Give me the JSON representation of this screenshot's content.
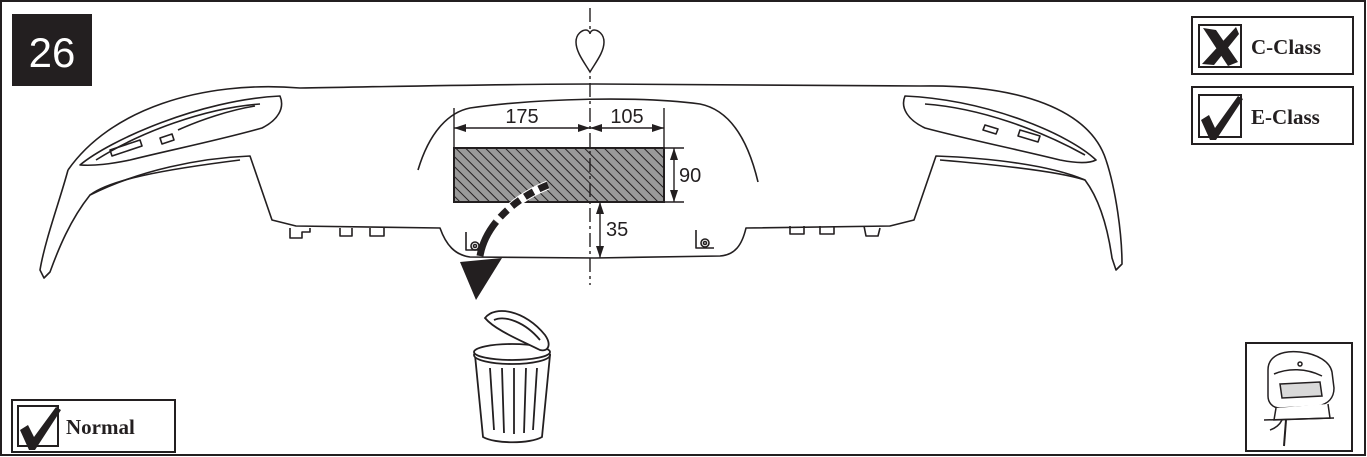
{
  "step": {
    "number": "26"
  },
  "variants": {
    "c_class": {
      "label": "C-Class",
      "mark": "x-mark-icon"
    },
    "e_class": {
      "label": "E-Class",
      "mark": "checkmark-icon"
    },
    "normal": {
      "label": "Normal",
      "mark": "checkmark-icon"
    }
  },
  "dimensions": {
    "left_width": "175",
    "right_width": "105",
    "height": "90",
    "bottom_offset": "35"
  },
  "icons": {
    "center_marker": "heart-center-marker-icon",
    "trash": "trash-can-icon",
    "tool": "jigsaw-icon",
    "arrow": "discard-arrow-icon"
  },
  "colors": {
    "ink": "#231f20",
    "hatch_fill": "#8c8c8c",
    "badge_bg": "#231f20",
    "badge_text": "#ffffff"
  }
}
